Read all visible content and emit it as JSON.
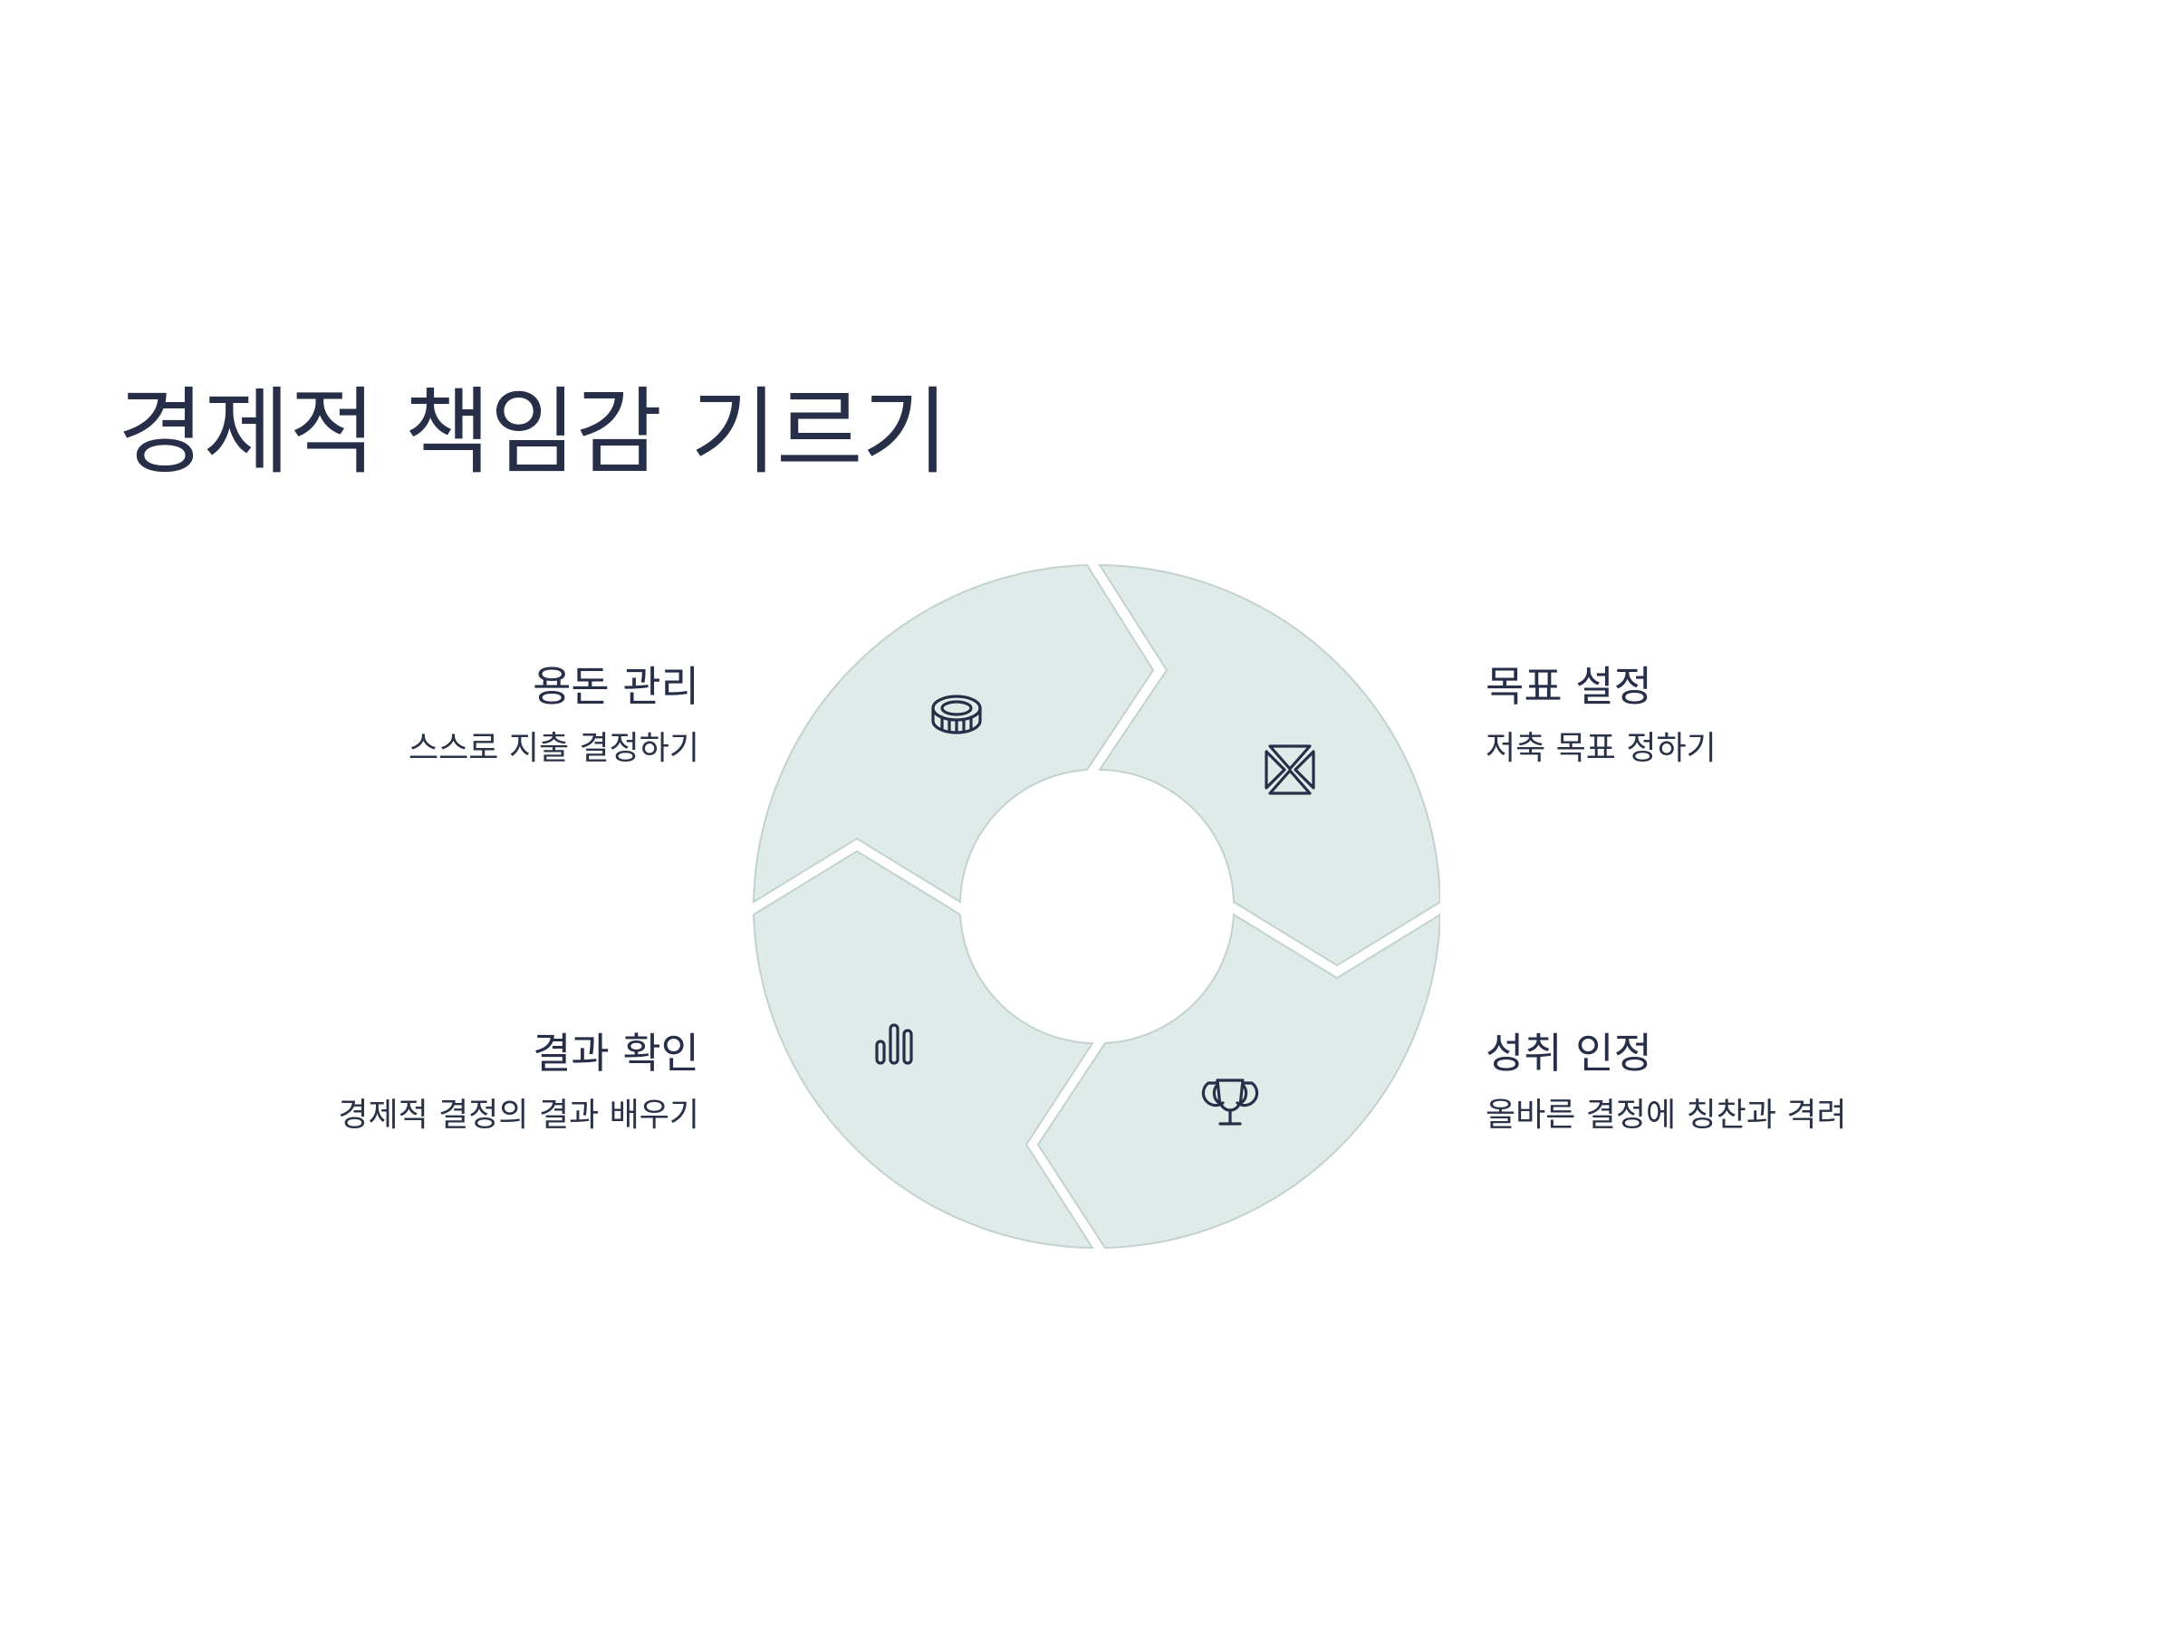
{
  "title": "경제적 책임감 기르기",
  "colors": {
    "background": "#ffffff",
    "segment_fill": "#dfebe8",
    "segment_stroke": "#c3d2ce",
    "text": "#272f48"
  },
  "steps": [
    {
      "heading": "용돈 관리",
      "description": "스스로 지출 결정하기",
      "icon": "coin-icon"
    },
    {
      "heading": "목표 설정",
      "description": "저축 목표 정하기",
      "icon": "hourglass-icon"
    },
    {
      "heading": "성취 인정",
      "description": "올바른 결정에 칭찬과 격려",
      "icon": "trophy-icon"
    },
    {
      "heading": "결과 확인",
      "description": "경제적 결정의 결과 배우기",
      "icon": "bar-chart-icon"
    }
  ]
}
